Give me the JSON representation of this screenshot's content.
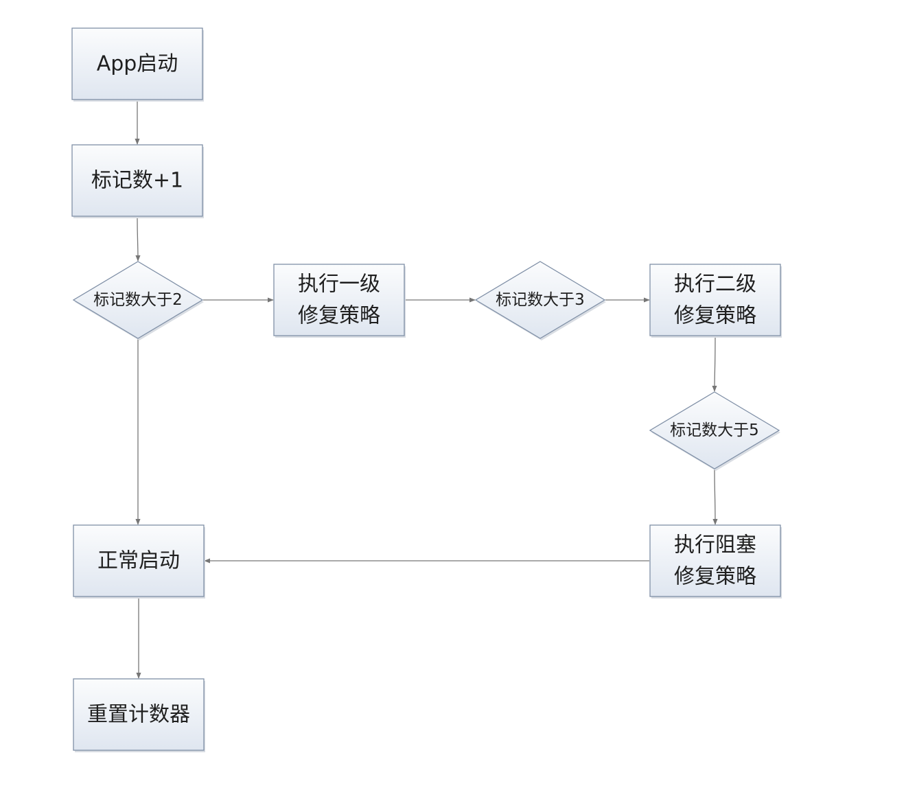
{
  "nodes": [
    {
      "id": "app-start",
      "kind": "process",
      "lines": [
        "App启动"
      ]
    },
    {
      "id": "mark-increment",
      "kind": "process",
      "lines": [
        "标记数+1"
      ]
    },
    {
      "id": "check-gt-2",
      "kind": "decision",
      "lines": [
        "标记数大于2"
      ]
    },
    {
      "id": "level1-repair",
      "kind": "process",
      "lines": [
        "执行一级",
        "修复策略"
      ]
    },
    {
      "id": "check-gt-3",
      "kind": "decision",
      "lines": [
        "标记数大于3"
      ]
    },
    {
      "id": "level2-repair",
      "kind": "process",
      "lines": [
        "执行二级",
        "修复策略"
      ]
    },
    {
      "id": "check-gt-5",
      "kind": "decision",
      "lines": [
        "标记数大于5"
      ]
    },
    {
      "id": "blocking-repair",
      "kind": "process",
      "lines": [
        "执行阻塞",
        "修复策略"
      ]
    },
    {
      "id": "normal-start",
      "kind": "process",
      "lines": [
        "正常启动"
      ]
    },
    {
      "id": "reset-counter",
      "kind": "process",
      "lines": [
        "重置计数器"
      ]
    }
  ],
  "edges": [
    {
      "from": "app-start",
      "to": "mark-increment"
    },
    {
      "from": "mark-increment",
      "to": "check-gt-2"
    },
    {
      "from": "check-gt-2",
      "to": "level1-repair"
    },
    {
      "from": "level1-repair",
      "to": "check-gt-3"
    },
    {
      "from": "check-gt-3",
      "to": "level2-repair"
    },
    {
      "from": "level2-repair",
      "to": "check-gt-5"
    },
    {
      "from": "check-gt-5",
      "to": "blocking-repair"
    },
    {
      "from": "check-gt-2",
      "to": "normal-start"
    },
    {
      "from": "blocking-repair",
      "to": "normal-start"
    },
    {
      "from": "normal-start",
      "to": "reset-counter"
    }
  ],
  "colors": {
    "box_fill_top": "#fbfcfd",
    "box_fill_bottom": "#dfe6f0",
    "box_stroke": "#7f8fa6",
    "edge": "#767676",
    "text": "#1f1f1f"
  }
}
